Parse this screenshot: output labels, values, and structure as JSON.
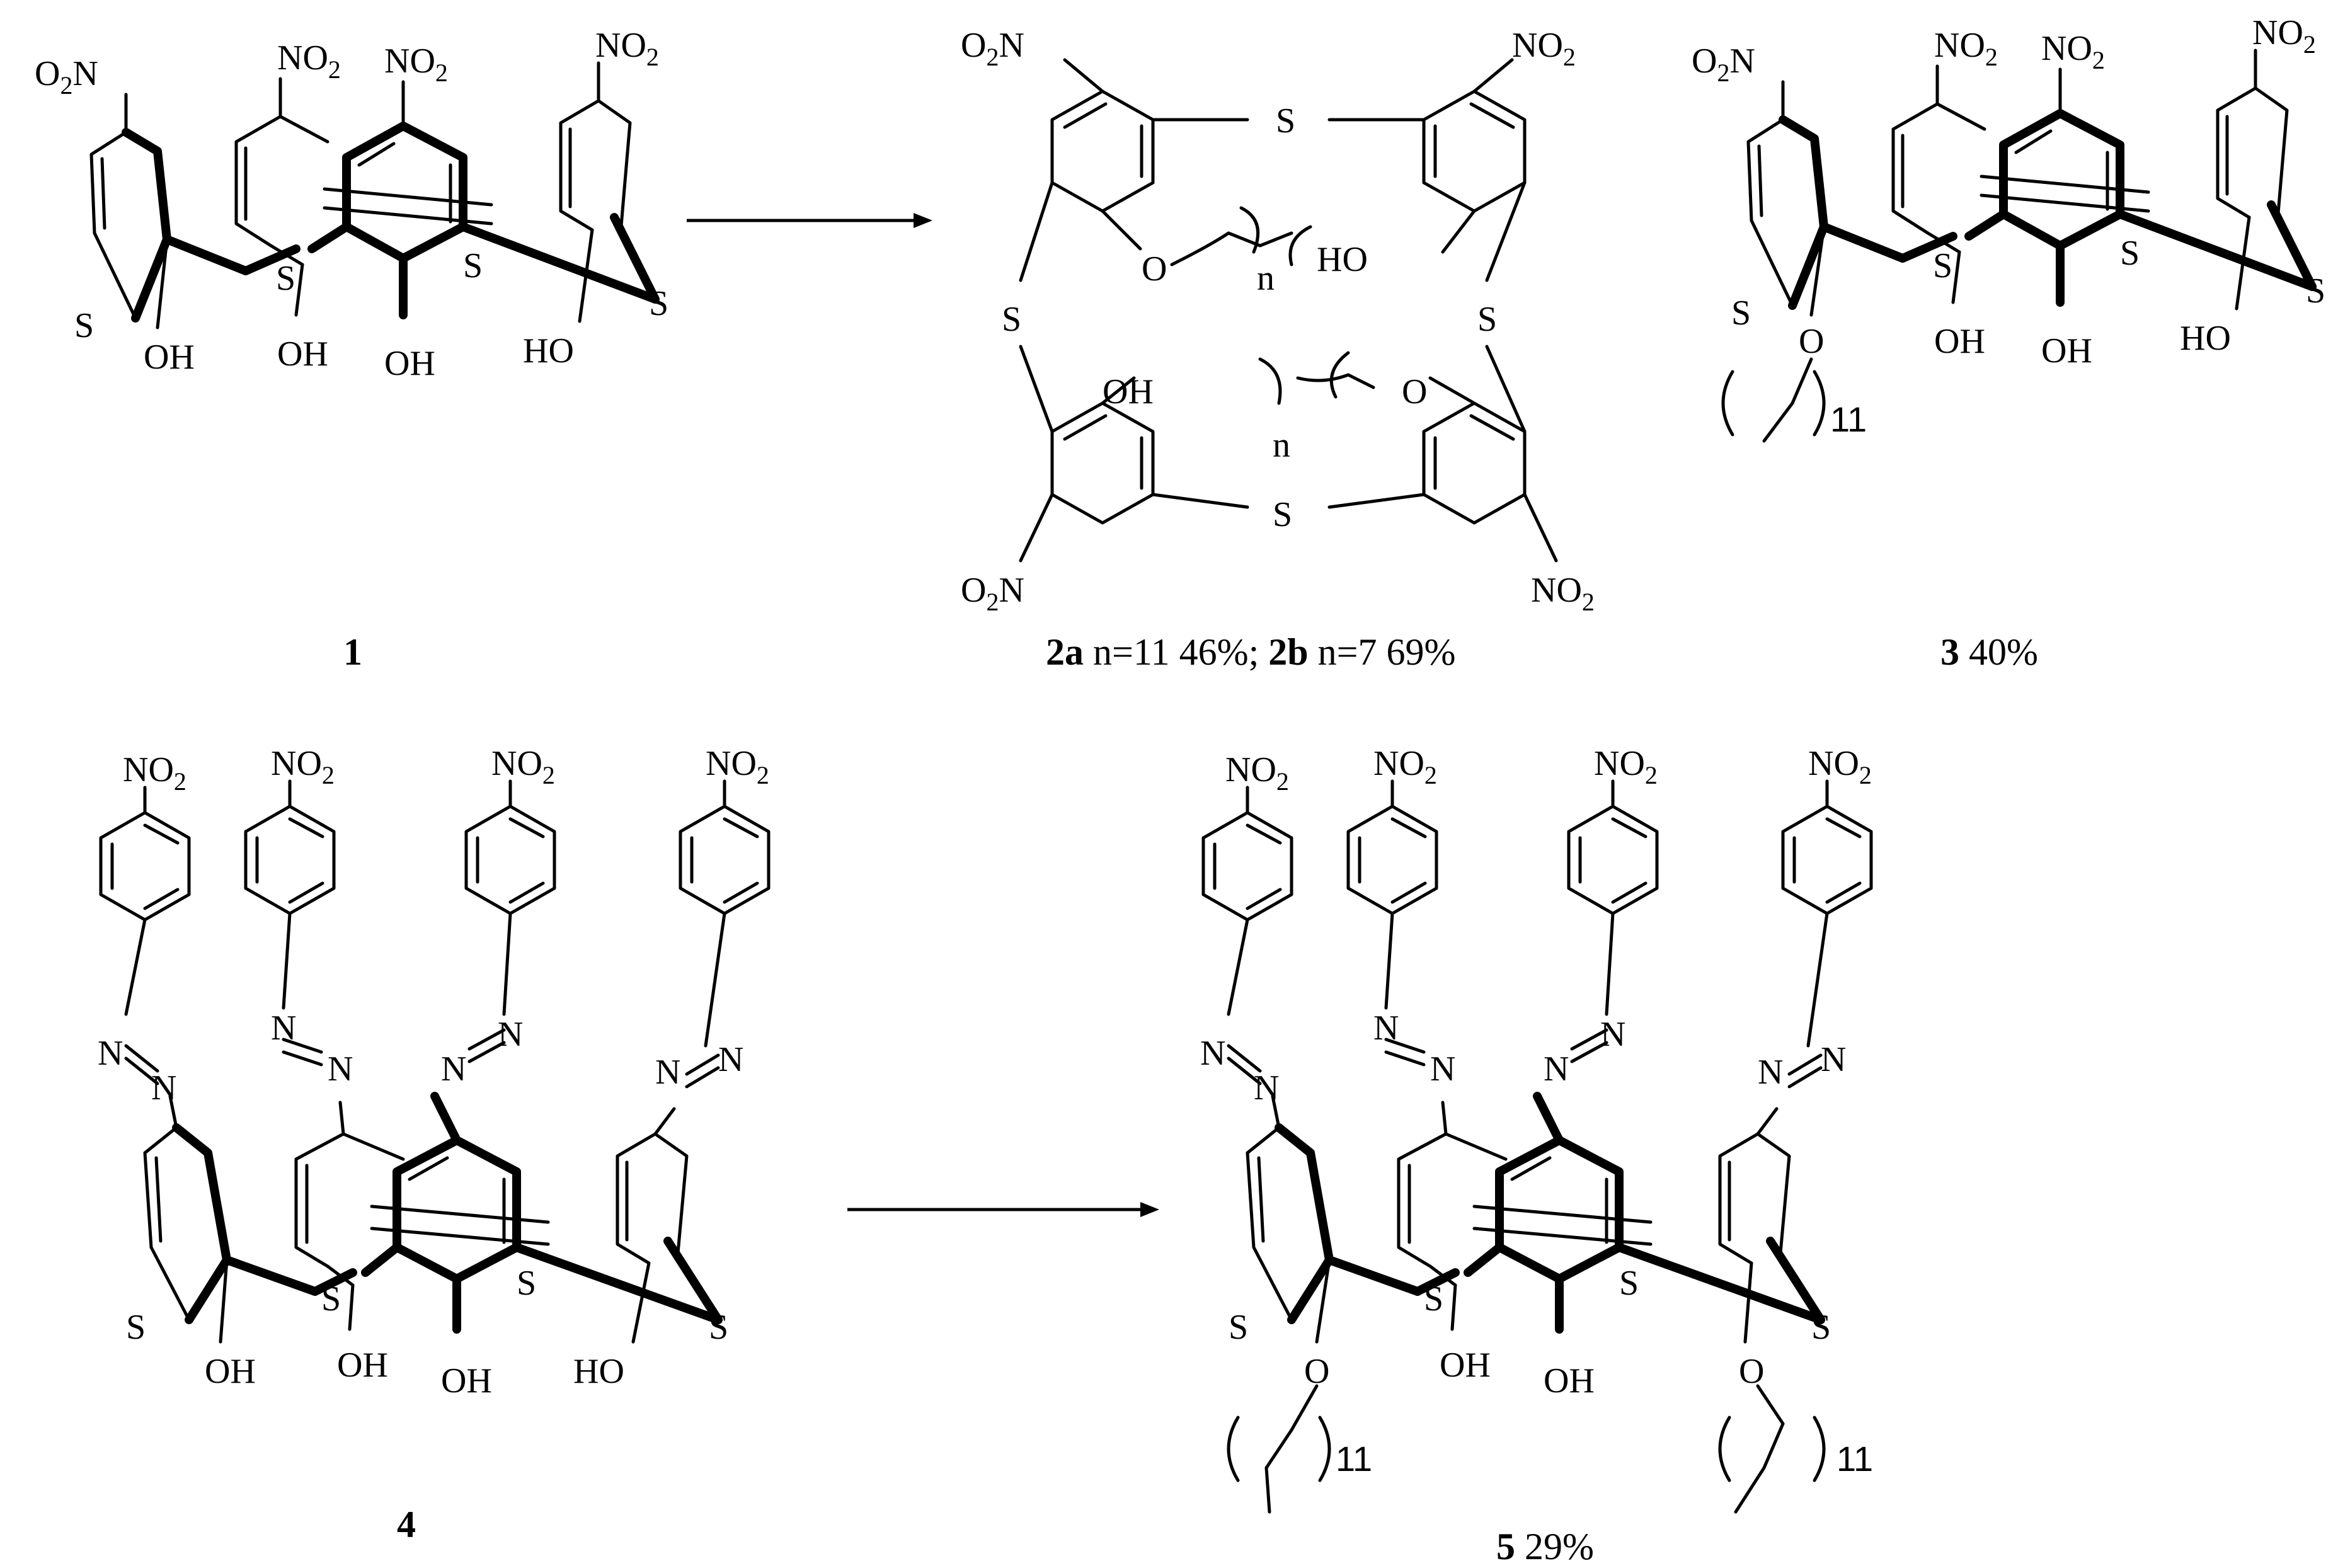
{
  "labels": {
    "nitro": "NO",
    "nitro_sub": "2",
    "nitro_o": "O",
    "nitro_n": "N",
    "hydroxyl": "OH",
    "hydroxyl_rev": "HO",
    "sulfur": "S",
    "oxygen": "O",
    "nitrogen": "N",
    "chain_n": "n",
    "chain_count": "11"
  },
  "captions": {
    "c1": "1",
    "c2a_bold": "2a",
    "c2a_rest": " n=11 46%; ",
    "c2b_bold": "2b",
    "c2b_rest": " n=7 69%",
    "c3_bold": "3",
    "c3_rest": " 40%",
    "c4": "4",
    "c5_bold": "5",
    "c5_rest": " 29%"
  },
  "colors": {
    "ink": "#000000",
    "background": "#ffffff"
  }
}
